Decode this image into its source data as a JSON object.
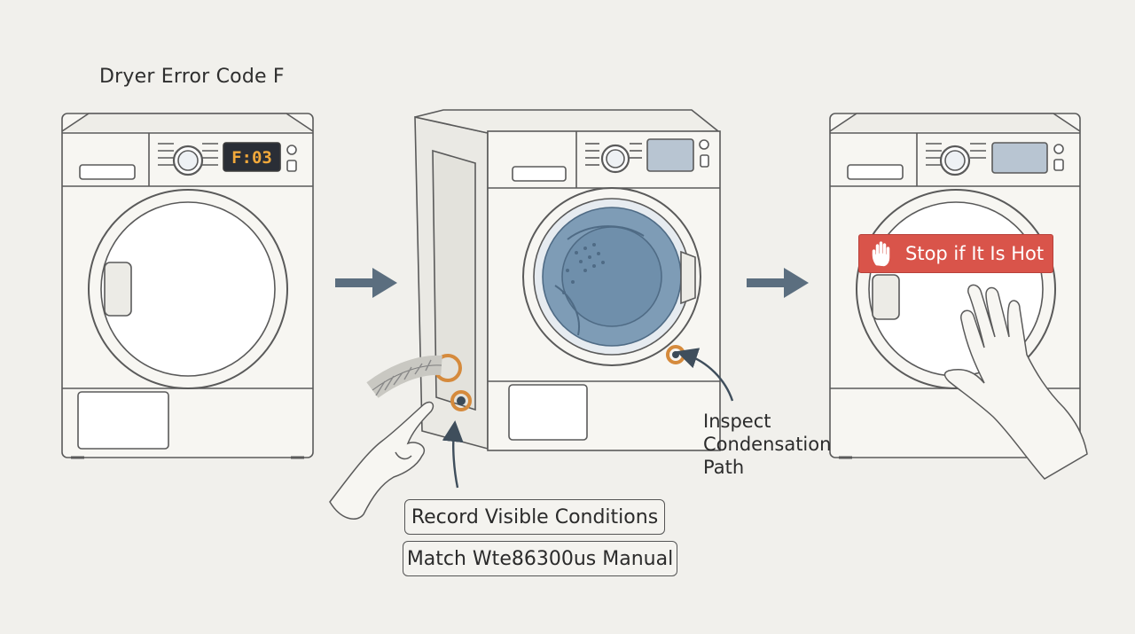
{
  "title": "Dryer Error Code F",
  "steps": {
    "display_code": "F:03",
    "record_label": "Record Visible Conditions",
    "manual_label": "Match Wte86300us Manual",
    "inspect_label": [
      "Inspect",
      "Condensation",
      "Path"
    ],
    "warning_label": "Stop if It Is Hot"
  },
  "colors": {
    "background": "#f1f0ec",
    "line": "#5a5a5a",
    "arrow": "#5b6e7f",
    "warning": "#d9544a",
    "drum_blue": "#7e9cb6",
    "ring_orange": "#d58a3c",
    "display_digits": "#f2a93b"
  },
  "icons": [
    "right-arrow-icon",
    "hand-stop-icon",
    "pointer-arrow-icon"
  ]
}
